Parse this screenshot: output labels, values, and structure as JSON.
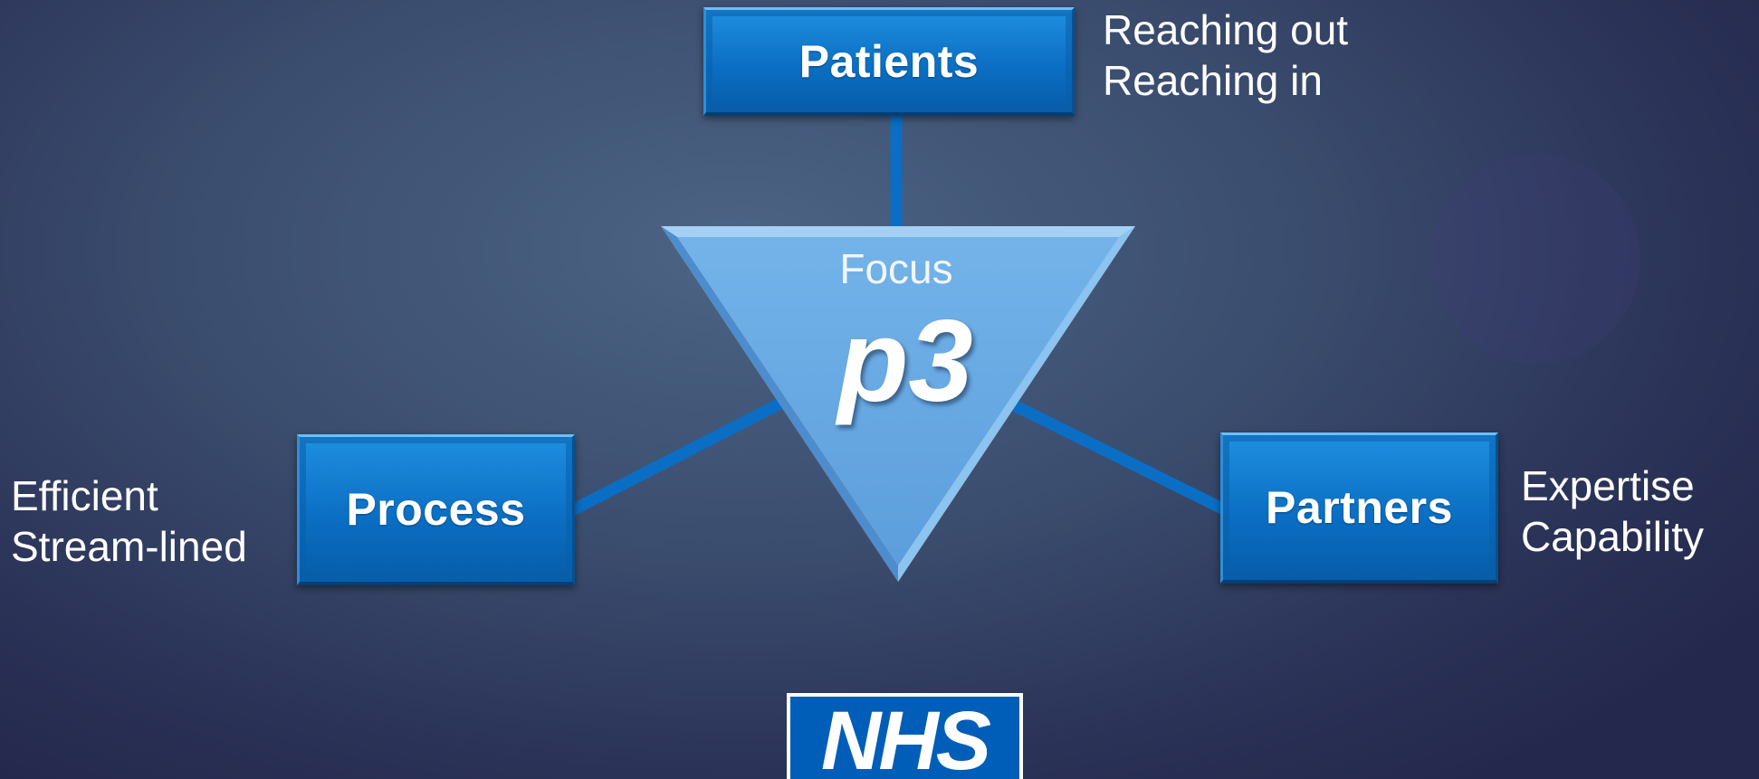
{
  "diagram": {
    "center": {
      "label": "Focus",
      "mark": "p3"
    },
    "nodes": [
      {
        "id": "patients",
        "label": "Patients",
        "notes": [
          "Reaching out",
          "Reaching in"
        ]
      },
      {
        "id": "process",
        "label": "Process",
        "notes": [
          "Efficient",
          "Stream-lined"
        ]
      },
      {
        "id": "partners",
        "label": "Partners",
        "notes": [
          "Expertise",
          "Capability"
        ]
      }
    ],
    "logo": {
      "text": "NHS",
      "color": "#005eb8"
    },
    "colors": {
      "box": "#0b6fc4",
      "triangle": "#6aaee6",
      "connector": "#0a6ec5"
    }
  }
}
